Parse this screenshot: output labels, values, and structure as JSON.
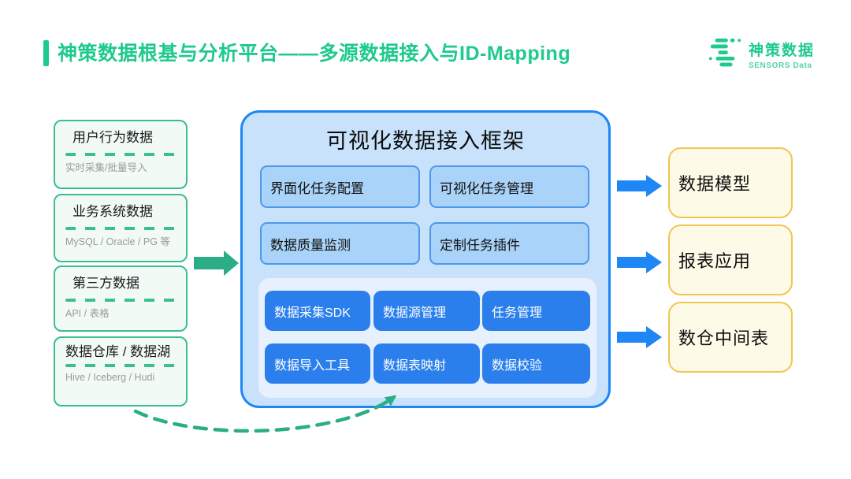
{
  "header": {
    "title": "神策数据根基与分析平台——多源数据接入与ID-Mapping",
    "logo": {
      "name": "神策数据",
      "subtitle": "SENSORS Data"
    }
  },
  "sources": {
    "items": [
      {
        "title": "用户行为数据",
        "subtitle": "实时采集/批量导入"
      },
      {
        "title": "业务系统数据",
        "subtitle": "MySQL / Oracle / PG 等"
      },
      {
        "title": "第三方数据",
        "subtitle": "API / 表格"
      },
      {
        "title": "数据仓库 / 数据湖",
        "subtitle": "Hive / Iceberg / Hudi"
      }
    ]
  },
  "framework": {
    "title": "可视化数据接入框架",
    "features": [
      "界面化任务配置",
      "可视化任务管理",
      "数据质量监测",
      "定制任务插件"
    ],
    "tools": [
      "数据采集SDK",
      "数据源管理",
      "任务管理",
      "数据导入工具",
      "数据表映射",
      "数据校验"
    ]
  },
  "outputs": {
    "items": [
      "数据模型",
      "报表应用",
      "数仓中间表"
    ]
  },
  "colors": {
    "brand-green": "#1ECA8C",
    "brand-green-light": "#56D1A4",
    "arrow-green": "#2BAE85",
    "src-border": "#3CBE8E",
    "src-fill": "#F2FAF5",
    "blue": "#1F86F5",
    "btn-blue": "#2B7FEC",
    "feature-fill": "#A9D3F8",
    "feature-border": "#4E97EC",
    "fw-fill": "#C9E2FB",
    "tools-fill": "#E7F0FD",
    "out-border": "#F1C550",
    "out-fill": "#FEFAE8",
    "text-dark": "#1B1B1B",
    "text-gray": "#9B9B9B"
  }
}
